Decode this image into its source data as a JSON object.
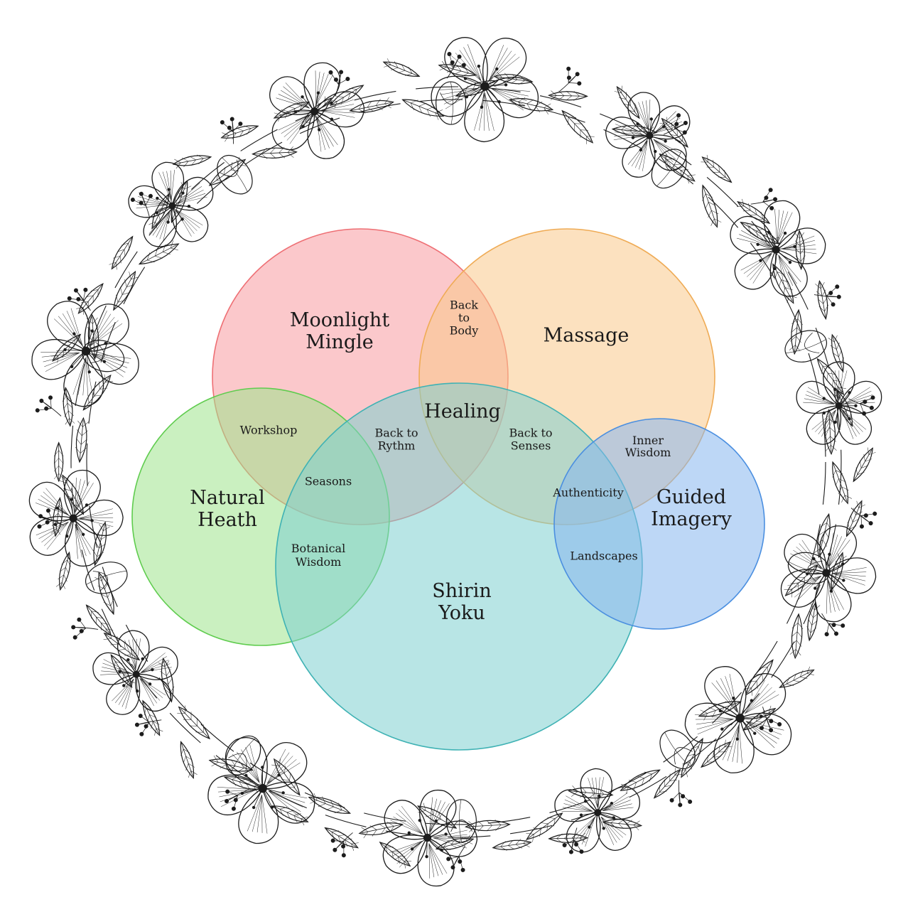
{
  "circles": [
    {
      "id": "moonlight-mingle",
      "lines": [
        "Moonlight",
        "Mingle"
      ],
      "fill": "#f79aa0",
      "stroke": "#ee6f74"
    },
    {
      "id": "massage",
      "lines": [
        "Massage"
      ],
      "fill": "#f9c98a",
      "stroke": "#efab55"
    },
    {
      "id": "natural-heath",
      "lines": [
        "Natural",
        "Heath"
      ],
      "fill": "#9fe38d",
      "stroke": "#5fcc4e"
    },
    {
      "id": "shirin-yoku",
      "lines": [
        "Shirin",
        "Yoku"
      ],
      "fill": "#7ecfcf",
      "stroke": "#3fb2b4"
    },
    {
      "id": "guided-imagery",
      "lines": [
        "Guided",
        "Imagery"
      ],
      "fill": "#86b6ef",
      "stroke": "#4b8fe0"
    }
  ],
  "overlaps": [
    {
      "id": "back-to-body",
      "lines": [
        "Back",
        "to",
        "Body"
      ]
    },
    {
      "id": "healing",
      "lines": [
        "Healing"
      ]
    },
    {
      "id": "workshop",
      "lines": [
        "Workshop"
      ]
    },
    {
      "id": "back-to-rythm",
      "lines": [
        "Back to",
        "Rythm"
      ]
    },
    {
      "id": "back-to-senses",
      "lines": [
        "Back to",
        "Senses"
      ]
    },
    {
      "id": "inner-wisdom",
      "lines": [
        "Inner",
        "Wisdom"
      ]
    },
    {
      "id": "seasons",
      "lines": [
        "Seasons"
      ]
    },
    {
      "id": "authenticity",
      "lines": [
        "Authenticity"
      ]
    },
    {
      "id": "botanical-wisdom",
      "lines": [
        "Botanical",
        "Wisdom"
      ]
    },
    {
      "id": "landscapes",
      "lines": [
        "Landscapes"
      ]
    }
  ],
  "decoration": {
    "wreath": "floral-line-art-wreath"
  }
}
